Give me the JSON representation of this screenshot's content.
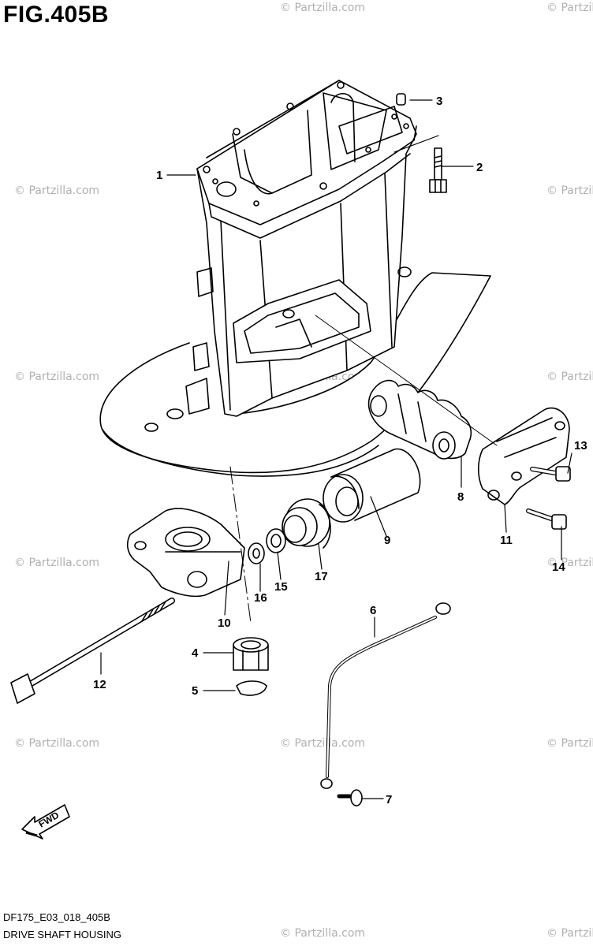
{
  "figure": {
    "title": "FIG.405B",
    "code": "DF175_E03_018_405B",
    "caption": "DRIVE SHAFT HOUSING"
  },
  "watermark": "© Partzilla.com",
  "fwd_label": "FWD",
  "callouts": [
    "1",
    "2",
    "3",
    "4",
    "5",
    "6",
    "7",
    "8",
    "9",
    "10",
    "11",
    "12",
    "13",
    "14",
    "15",
    "16",
    "17"
  ],
  "colors": {
    "line": "#000000",
    "watermark": "#b0b0b0",
    "background": "#ffffff"
  }
}
